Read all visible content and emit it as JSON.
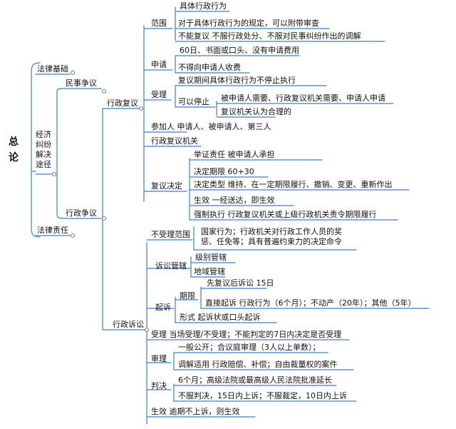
{
  "root": "总论",
  "basis": "法律基础",
  "resolution": "经济纠纷解决途径",
  "liability": "法律责任",
  "civil": "民事争议",
  "admin_dispute": "行政争议",
  "review": {
    "title": "行政复议",
    "scope": {
      "label": "范围",
      "items": [
        "具体行政行为",
        "对于具体行政行为的规定，可以附带审查",
        "不能复议    不服行政处分、不服对民事纠纷作出的调解"
      ]
    },
    "apply": {
      "label": "申请",
      "items": [
        "60日、书面或口头、没有申请费用",
        "不得向申请人收费"
      ]
    },
    "accept": {
      "label": "受理",
      "item1": "复议期间具体行政行为不停止执行",
      "stop_label": "可以停止",
      "stop_items": [
        "被申请人需要、行政复议机关需要、申请人申请",
        "复议机关认为合理的"
      ]
    },
    "participants": "参加人    申请人、被申请人、第三人",
    "organ": "行政复议机关",
    "decision": {
      "label": "复议决定",
      "items": [
        "举证责任    被申请人承担",
        "决定期限    60+30",
        "决定类型    维持、在一定期限履行、撤销、变更、重新作出",
        "生效    一经送达，即生效",
        "强制执行    行政复议机关或上级行政机关责令期限履行"
      ]
    }
  },
  "litigation": {
    "title": "行政诉讼",
    "not_accepted": {
      "label": "不受理范围",
      "text": "国家行为；行政机关对行政工作人员的奖惩、任免等；具有普遍约束力的决定命令"
    },
    "jurisdiction": {
      "label": "诉讼管辖",
      "items": [
        "级别管辖",
        "地域管辖"
      ]
    },
    "sue": {
      "label": "起诉",
      "period_label": "期限",
      "period_items": [
        "先复议后诉讼    15日",
        "直接起诉    行政行为（6个月）；不动产（20年）；其他（5年）"
      ],
      "form": "形式    起诉状或口头起诉"
    },
    "accept": "受理    当场受理/不受理；不能判定的7日内决定是否受理",
    "trial": {
      "label": "审理",
      "items": [
        "一般公开；合议庭审理（3人以上单数）；",
        "调解适用    行政赔偿、补偿；自由裁量权的案件"
      ]
    },
    "judgment": {
      "label": "判决",
      "items": [
        "6个月；高级法院或最高级人民法院批准延长",
        "不服判决，15日内上诉；不服裁定，10日内上诉"
      ]
    },
    "effect": "生效    逾期不上诉，则生效"
  }
}
